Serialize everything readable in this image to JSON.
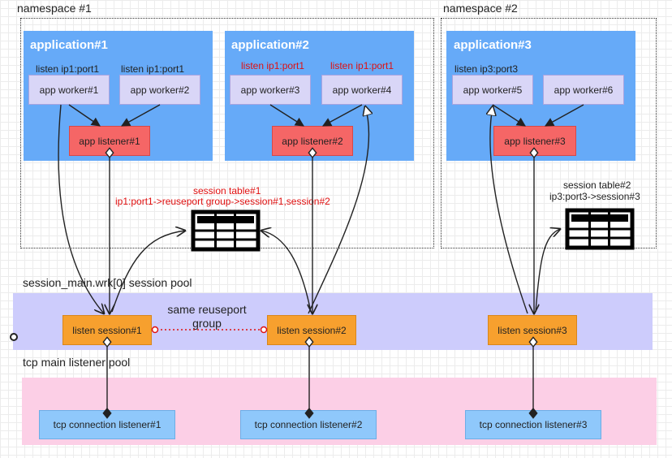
{
  "namespaces": [
    {
      "label": "namespace #1"
    },
    {
      "label": "namespace #2"
    }
  ],
  "applications": [
    {
      "title": "application#1",
      "listen_labels": [
        "listen  ip1:port1",
        "listen  ip1:port1"
      ],
      "workers": [
        "app worker#1",
        "app worker#2"
      ],
      "listener": "app listener#1"
    },
    {
      "title": "application#2",
      "listen_labels": [
        "listen  ip1:port1",
        "listen  ip1:port1"
      ],
      "workers": [
        "app worker#3",
        "app worker#4"
      ],
      "listener": "app listener#2"
    },
    {
      "title": "application#3",
      "listen_labels": [
        "listen  ip3:port3"
      ],
      "workers": [
        "app worker#5",
        "app worker#6"
      ],
      "listener": "app listener#3"
    }
  ],
  "session_tables": [
    {
      "title": "session table#1",
      "entry": "ip1:port1->reuseport group->session#1,session#2",
      "color": "#e01010"
    },
    {
      "title": "session table#2",
      "entry": "ip3:port3->session#3",
      "color": "#222222"
    }
  ],
  "session_pool": {
    "label": "session_main.wrk[0] session pool",
    "reuseport_label": "same reuseport group",
    "sessions": [
      "listen session#1",
      "listen session#2",
      "listen session#3"
    ]
  },
  "tcp_pool": {
    "label": "tcp main listener pool",
    "listeners": [
      "tcp connection listener#1",
      "tcp connection listener#2",
      "tcp connection listener#3"
    ]
  },
  "colors": {
    "application": "#66aaf8",
    "worker": "#d9d6f7",
    "app_listener": "#f56666",
    "session_pool": "#cdccfc",
    "listen_session": "#f7a02e",
    "tcp_pool": "#fccfe6",
    "tcp_listener": "#8fc8fb",
    "highlight_text": "#e01010"
  }
}
